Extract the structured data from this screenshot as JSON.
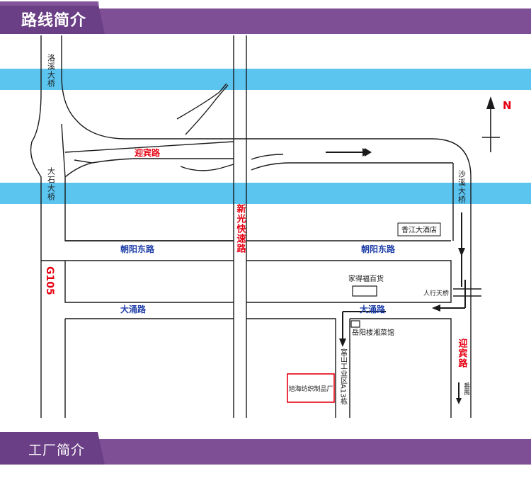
{
  "header": {
    "title": "路线简介"
  },
  "footer": {
    "title": "工厂简介"
  },
  "map": {
    "compass": "N",
    "bridges": {
      "luoxi": "洛溪大桥",
      "dashi": "大石大桥",
      "shaxi": "沙溪大桥",
      "footbridge": "人行天桥"
    },
    "roads": {
      "yingbin": "迎宾路",
      "yingbin_right": "迎宾路",
      "xinguang": "新光快速路",
      "chaoyang_left": "朝阳东路",
      "chaoyang_right": "朝阳东路",
      "g105": "G105",
      "datong_left": "大涌路",
      "datong_right": "大涌路",
      "panyu": "番禺"
    },
    "places": {
      "xiangjiang": "香江大酒店",
      "jiadefu": "家得福百货",
      "yueyang": "岳阳楼湘菜馆",
      "fushan": "富山工业区A13栋",
      "factory": "旭海纺织制品厂"
    },
    "colors": {
      "river": "#5bc4ef",
      "road_label": "#e60012",
      "road_label_blue": "#1f3fa8",
      "line": "#1a1a1a",
      "banner": "#7f4f96"
    }
  }
}
